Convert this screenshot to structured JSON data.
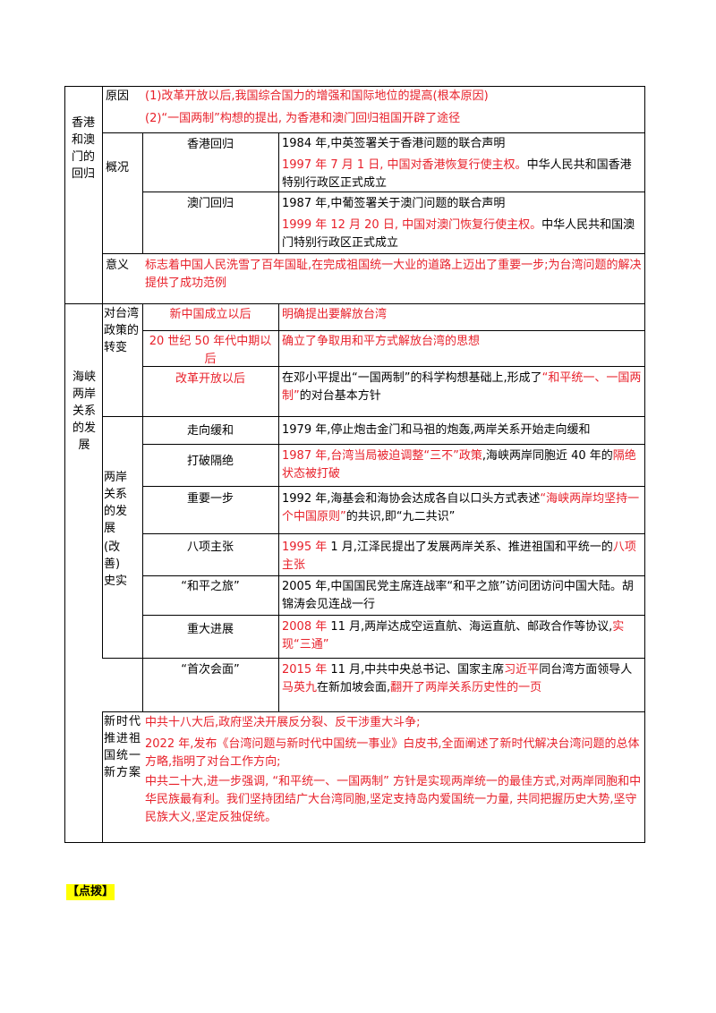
{
  "sec1": {
    "title": "香港和澳门的回归",
    "reason": {
      "label": "原因",
      "line1": "(1)改革开放以后,我国综合国力的增强和国际地位的提高(根本原因)",
      "line2": "(2)“一国两制”构想的提出, 为香港和澳门回归祖国开辟了途径"
    },
    "overview": {
      "label": "概况",
      "hk": {
        "label": "香港回归",
        "line1": "1984 年,中英签署关于香港问题的联合声明",
        "red": "1997 年 7 月 1 日, 中国对香港恢复行使主权。",
        "rest": "中华人民共和国香港特别行政区正式成立"
      },
      "mo": {
        "label": "澳门回归",
        "line1": "1987 年,中葡签署关于澳门问题的联合声明",
        "red": "1999 年 12 月 20 日, 中国对澳门恢复行使主权。",
        "rest": "中华人民共和国澳门特别行政区正式成立"
      }
    },
    "meaning": {
      "label": "意义",
      "text": "标志着中国人民洗雪了百年国耻,在完成祖国统一大业的道路上迈出了重要一步;为台湾问题的解决提供了成功范例"
    }
  },
  "sec2": {
    "title": "海峡两岸关系的发展",
    "policy": {
      "label": "对台湾政策的转变",
      "rows": [
        {
          "period": "新中国成立以后",
          "text": "明确提出要解放台湾"
        },
        {
          "period": "20 世纪 50 年代中期以后",
          "text": "确立了争取用和平方式解放台湾的思想"
        },
        {
          "period": "改革开放以后",
          "pre": "在邓小平提出“一国两制”的科学构想基础上,形成了",
          "red": "“和平统一、一国两制”",
          "post": "的对台基本方针"
        }
      ]
    },
    "dev": {
      "label1": "两岸关系的发展",
      "label2": "(改善)史实",
      "rows": [
        {
          "name": "走向缓和",
          "text": "1979 年,停止炮击金门和马祖的炮轰,两岸关系开始走向缓和"
        },
        {
          "name": "打破隔绝",
          "red1": "1987 年,台湾当局被迫调整“三不”政策",
          "mid": ",海峡两岸同胞近 40 年的",
          "red2": "隔绝状态被打破"
        },
        {
          "name": "重要一步",
          "pre": "1992 年,海基会和海协会达成各自以口头方式表述",
          "red": "“海峡两岸均坚持一个中国原则”",
          "post": "的共识,即“九二共识”"
        },
        {
          "name": "八项主张",
          "red1": "1995 年",
          "mid": " 1 月,江泽民提出了发展两岸关系、推进祖国和平统一的",
          "red2": "八项主张"
        },
        {
          "name": "“和平之旅”",
          "text": "2005 年,中国国民党主席连战率“和平之旅”访问团访问中国大陆。胡锦涛会见连战一行"
        },
        {
          "name": "重大进展",
          "red1": "2008 年",
          "mid": " 11 月,两岸达成空运直航、海运直航、邮政合作等协议,",
          "red2": "实现“三通”"
        }
      ]
    },
    "meeting": {
      "name": "“首次会面”",
      "red1": "2015 年",
      "t1": " 11 月,中共中央总书记、国家主席",
      "red2": "习近平",
      "t2": "同台湾方面领导人",
      "red3": "马英九",
      "t3": "在新加坡会面,",
      "red4": "翻开了两岸关系历史性的一页"
    },
    "newera": {
      "label": "新时代推进祖国统一新方案",
      "p1": "中共十八大后,政府坚决开展反分裂、反干涉重大斗争;",
      "p2": "2022 年,发布《台湾问题与新时代中国统一事业》白皮书,全面阐述了新时代解决台湾问题的总体方略,指明了对台工作方向;",
      "p3": "中共二十大,进一步强调, “和平统一、一国两制” 方针是实现两岸统一的最佳方式,对两岸同胞和中华民族最有利。我们坚持团结广大台湾同胞,坚定支持岛内爱国统一力量, 共同把握历史大势,坚守民族大义,坚定反独促统。"
    }
  },
  "tip": "【点拨】"
}
